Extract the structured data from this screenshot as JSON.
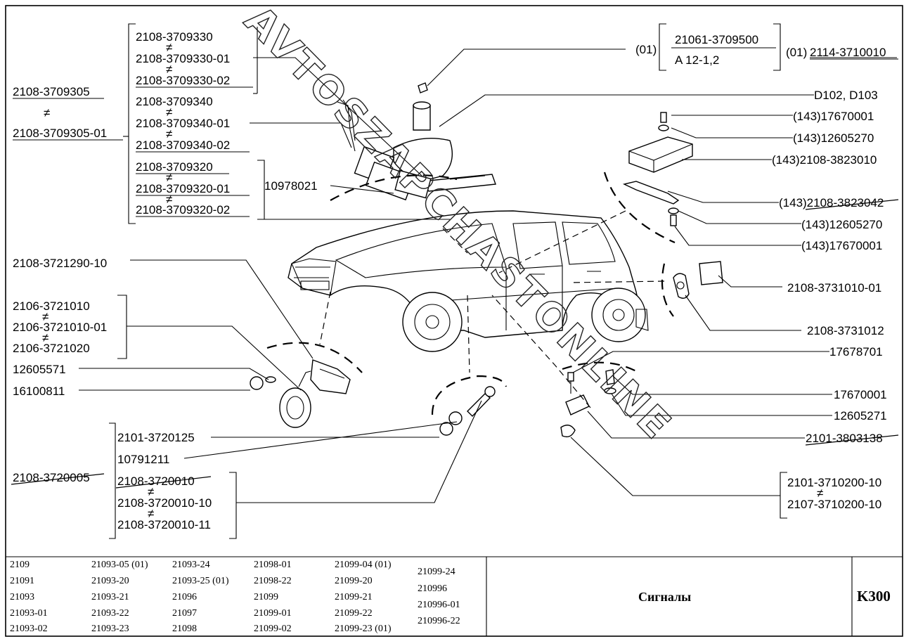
{
  "watermark": "AVTOSZAPCHASTONLINE",
  "left_labels": {
    "l1": "2108-3709305",
    "l2": "2108-3709305-01",
    "l3": "2108-3721290-10",
    "l4": "2106-3721010",
    "l5": "2106-3721010-01",
    "l6": "2106-3721020",
    "l7": "12605571",
    "l8": "16100811",
    "l9": "2108-3720005"
  },
  "stalk_group": {
    "s1": "2108-3709330",
    "s2": "2108-3709330-01",
    "s3": "2108-3709330-02",
    "s4": "2108-3709340",
    "s5": "2108-3709340-01",
    "s6": "2108-3709340-02",
    "s7": "2108-3709320",
    "s8": "2108-3709320-01",
    "s9": "2108-3709320-02"
  },
  "mid_label": "10978021",
  "sensor_group": {
    "g1": "2101-3720125",
    "g2": "10791211",
    "g3": "2108-3720010",
    "g4": "2108-3720010-10",
    "g5": "2108-3720010-11"
  },
  "top_right": {
    "p01": "(01)",
    "b1": "21061-3709500",
    "b2": "A 12-1,2",
    "r1_prefix": "(01)",
    "r1": "2114-3710010"
  },
  "right_labels": {
    "r2": "D102, D103",
    "r3": "(143)17670001",
    "r4": "(143)12605270",
    "r5": "(143)2108-3823010",
    "r6": "(143)2108-3823042",
    "r7": "(143)12605270",
    "r8": "(143)17670001",
    "r9": "2108-3731010-01",
    "r10": "2108-3731012",
    "r11": "17678701",
    "r12": "17670001",
    "r13": "12605271",
    "r14": "2101-3803138",
    "r15": "2101-3710200-10",
    "r16": "2107-3710200-10"
  },
  "footer": {
    "models": [
      [
        "2109",
        "21091",
        "21093",
        "21093-01",
        "21093-02"
      ],
      [
        "21093-05 (01)",
        "21093-20",
        "21093-21",
        "21093-22",
        "21093-23"
      ],
      [
        "21093-24",
        "21093-25 (01)",
        "21096",
        "21097",
        "21098"
      ],
      [
        "21098-01",
        "21098-22",
        "21099",
        "21099-01",
        "21099-02"
      ],
      [
        "21099-04 (01)",
        "21099-20",
        "21099-21",
        "21099-22",
        "21099-23 (01)"
      ],
      [
        "21099-24",
        "210996",
        "210996-01",
        "210996-22"
      ]
    ],
    "title": "Сигналы",
    "code": "K300"
  }
}
